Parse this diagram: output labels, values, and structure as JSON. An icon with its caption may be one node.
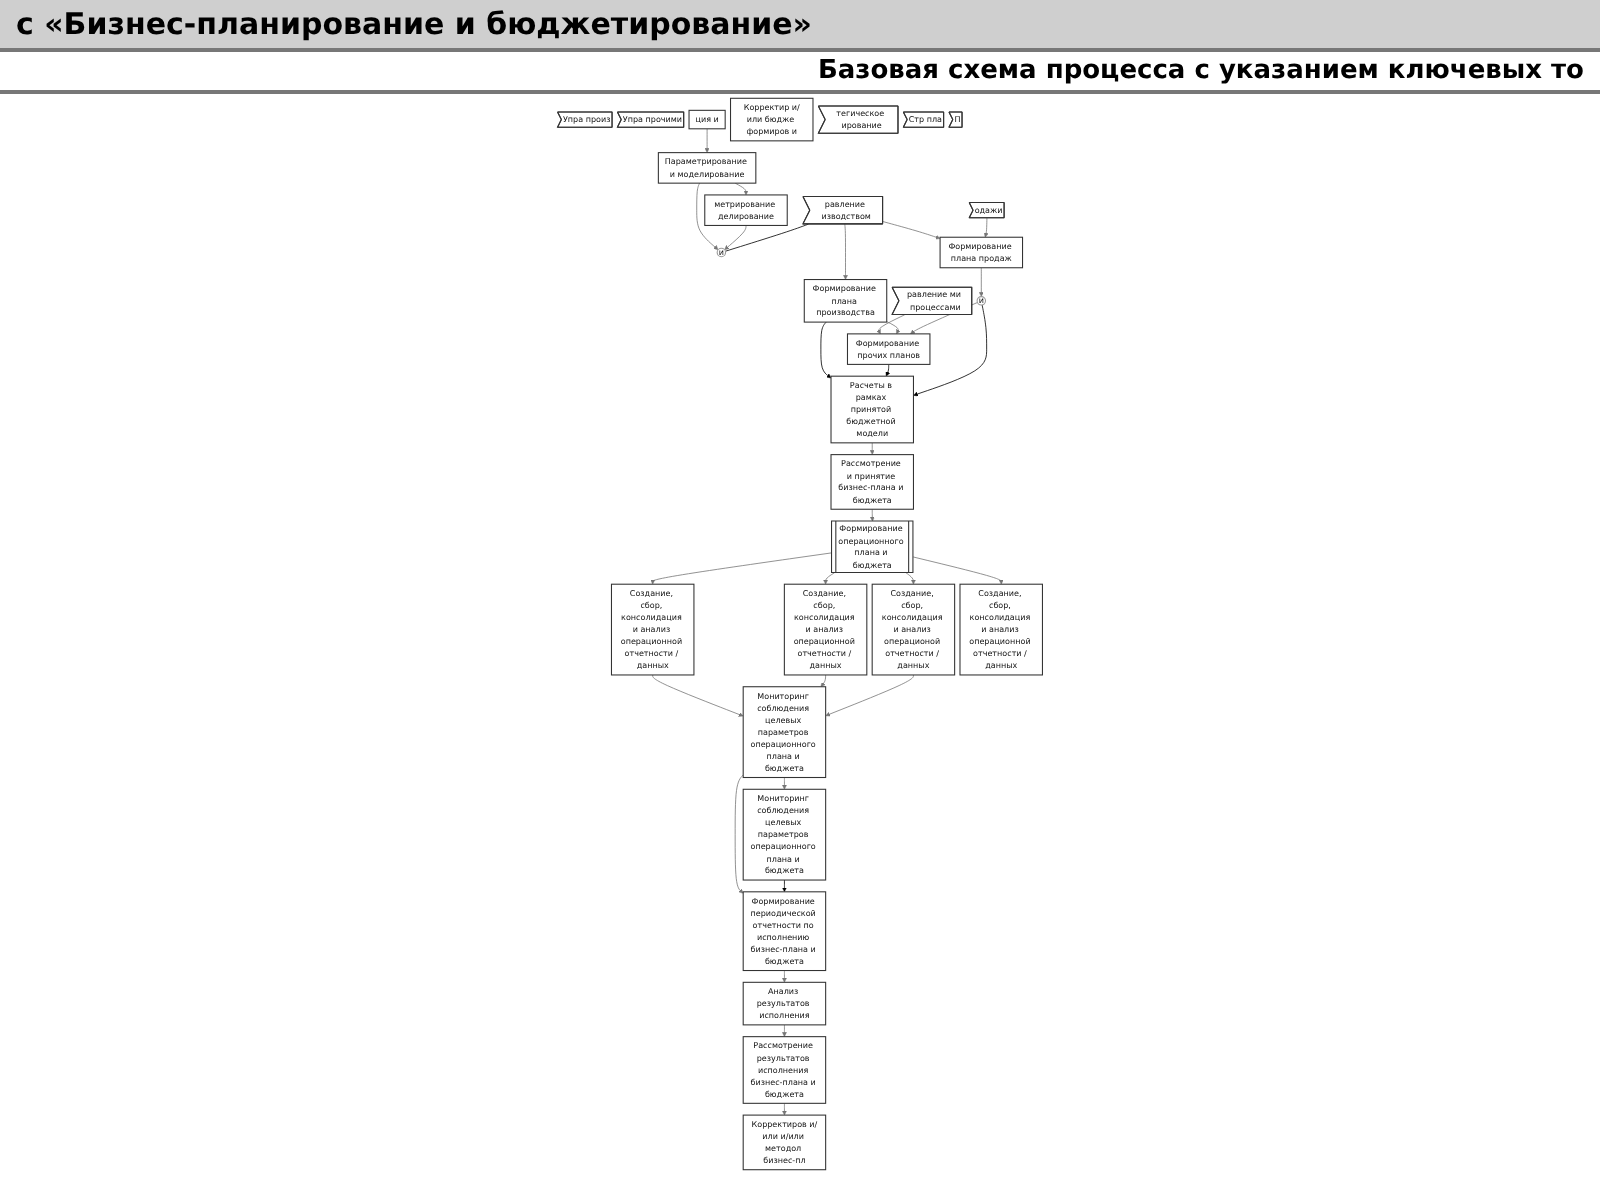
{
  "diagram": {
    "title": "с «Бизнес-планирование и бюджетирование»",
    "nodes": [
      {
        "text": [
          "равление изводством"
        ]
      },
      {
        "text": [
          "Формирование плана производства"
        ]
      },
      {
        "text": [
          "Создание, сбор, консолидация и анализ операционной отчетности / данных"
        ]
      },
      {
        "text": [
          "Упра произ"
        ]
      },
      {
        "text": [
          "равление ми процессами"
        ]
      },
      {
        "text": [
          "Формирование прочих планов"
        ]
      },
      {
        "text": [
          "Создание, сбор, консолидация и анализ операционной отчетности / данных"
        ]
      },
      {
        "text": [
          "Упра прочими"
        ]
      },
      {
        "text": [
          "ция и"
        ]
      },
      {
        "text": [
          "Параметрирование и моделирование"
        ]
      },
      {
        "text": [
          "Рассмотрение и принятие бизнес-плана и бюджета"
        ]
      },
      {
        "text": [
          "Мониторинг соблюдения целевых параметров операционного плана и бюджета"
        ]
      },
      {
        "text": [
          "Рассмотрение результатов исполнения бизнес-плана и бюджета"
        ]
      },
      {
        "text": [
          "Корректиров и/или и/или методол бизнес-пл"
        ]
      },
      {
        "text": [
          "метрирование делирование"
        ]
      },
      {
        "text": [
          "и"
        ]
      },
      {
        "text": [
          "Расчеты в рамках принятой бюджетной модели"
        ]
      },
      {
        "text": [
          "Формирование операционного плана и бюджета"
        ]
      },
      {
        "text": [
          "Создание, сбор, консолидация и анализ операционой отчетности / данных"
        ]
      },
      {
        "text": [
          "Мониторинг соблюдения целевых параметров операционного плана и бюджета"
        ]
      },
      {
        "text": [
          "Формирование периодической отчетности по исполнению бизнес-плана и бюджета"
        ]
      },
      {
        "text": [
          "Анализ результатов исполнения"
        ]
      },
      {
        "text": [
          "Корректир и/или бюдже формиров и"
        ]
      },
      {
        "text": [
          "тегическое ирование"
        ]
      },
      {
        "text": [
          "Стр пла"
        ]
      },
      {
        "text": [
          "одажи"
        ]
      },
      {
        "text": [
          "Формирование плана продаж"
        ]
      },
      {
        "text": [
          "и"
        ]
      },
      {
        "text": [
          "Создание, сбор, консолидация и анализ операционной отчетности / данных"
        ]
      },
      {
        "text": [
          "П"
        ]
      }
    ],
    "edges": [
      {
        "from": 0,
        "to": 1,
        "arrow": "to"
      },
      {
        "from": 4,
        "to": 5,
        "arrow": "to"
      },
      {
        "from": 1,
        "to": 5,
        "arrow": "to"
      },
      {
        "from": 1,
        "to": 16,
        "arrow": "to",
        "color": "#000000"
      },
      {
        "from": 5,
        "to": 16,
        "arrow": "to",
        "color": "#000000"
      },
      {
        "from": 8,
        "to": 9,
        "arrow": "to"
      },
      {
        "from": 9,
        "to": 14,
        "arrow": "to"
      },
      {
        "from": 9,
        "to": 15,
        "arrow": "to"
      },
      {
        "from": 14,
        "to": 15,
        "arrow": "to"
      },
      {
        "from": 0,
        "to": 15,
        "arrow": "none",
        "color": "#000000"
      },
      {
        "from": 0,
        "to": 26,
        "arrow": "to"
      },
      {
        "from": 25,
        "to": 26,
        "arrow": "to"
      },
      {
        "from": 26,
        "to": 27,
        "arrow": "to"
      },
      {
        "from": 27,
        "to": 16,
        "arrow": "to",
        "color": "#000000"
      },
      {
        "from": 27,
        "to": 5,
        "arrow": "to"
      },
      {
        "from": 16,
        "to": 10,
        "arrow": "to"
      },
      {
        "from": 10,
        "to": 17,
        "arrow": "to"
      },
      {
        "from": 17,
        "to": 18,
        "arrow": "to"
      },
      {
        "from": 17,
        "to": 2,
        "arrow": "to"
      },
      {
        "from": 17,
        "to": 6,
        "arrow": "to"
      },
      {
        "from": 17,
        "to": 28,
        "arrow": "to"
      },
      {
        "from": 2,
        "to": 19,
        "arrow": "to"
      },
      {
        "from": 6,
        "to": 19,
        "arrow": "to"
      },
      {
        "from": 18,
        "to": 19,
        "arrow": "to"
      },
      {
        "from": 19,
        "to": 20,
        "arrow": "to"
      },
      {
        "from": 20,
        "to": 21,
        "arrow": "to"
      },
      {
        "from": 11,
        "to": 20,
        "arrow": "to",
        "color": "#000000"
      },
      {
        "from": 19,
        "to": 11,
        "arrow": "to"
      },
      {
        "from": 21,
        "to": 12,
        "arrow": "to"
      },
      {
        "from": 12,
        "to": 13,
        "arrow": "to"
      }
    ],
    "labels": [
      "Базовая схема процесса с указанием ключевых то"
    ]
  }
}
